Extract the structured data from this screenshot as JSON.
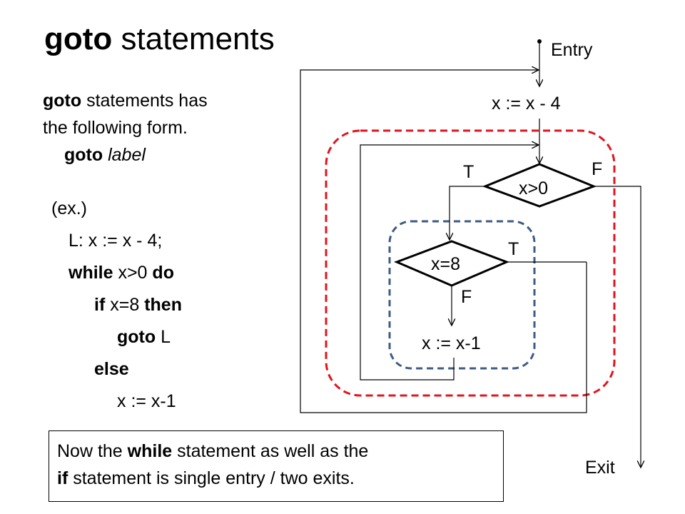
{
  "title": {
    "bold": "goto",
    "rest": " statements"
  },
  "intro": {
    "line1_bold": "goto",
    "line1_rest": " statements has",
    "line2": "the following form.",
    "syntax_bold": "goto",
    "syntax_italic": "label"
  },
  "example": {
    "label": "(ex.)",
    "line1": "L:  x := x - 4;",
    "line2_kw1": "while",
    "line2_mid": " x>0 ",
    "line2_kw2": "do",
    "line3_kw1": "if",
    "line3_mid": " x=8 ",
    "line3_kw2": "then",
    "line4_kw": "goto",
    "line4_rest": " L",
    "line5_kw": "else",
    "line6": "x := x-1"
  },
  "diagram": {
    "entry": "Entry",
    "exit": "Exit",
    "assign1": "x := x - 4",
    "cond_while": "x>0",
    "cond_if": "x=8",
    "assign2": "x := x-1",
    "while_true": "T",
    "while_false": "F",
    "if_true": "T",
    "if_false": "F",
    "colors": {
      "red_region": "#e0141e",
      "blue_region": "#3e5b84"
    }
  },
  "note": {
    "p1": "Now the ",
    "kw1": "while",
    "p2": " statement as well as the",
    "kw2": "if",
    "p3": " statement is single entry / two exits."
  }
}
